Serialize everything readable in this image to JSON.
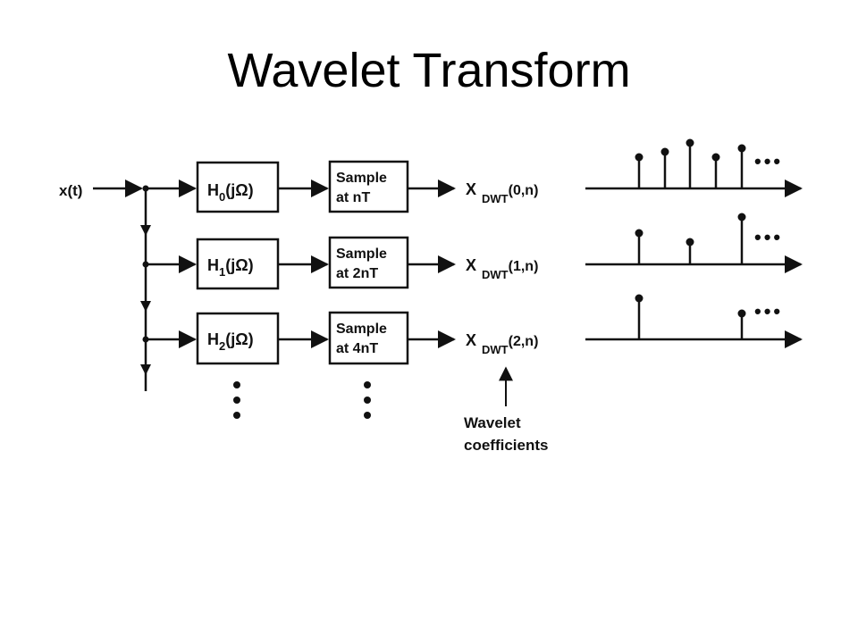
{
  "title": "Wavelet Transform",
  "input_label": "x(t)",
  "filters": [
    {
      "name": "H",
      "sub": "0",
      "arg": "(jΩ)",
      "sample_line1": "Sample",
      "sample_line2": "at nT",
      "out_main": "X",
      "out_sub": "DWT",
      "out_args": "(0,n)"
    },
    {
      "name": "H",
      "sub": "1",
      "arg": "(jΩ)",
      "sample_line1": "Sample",
      "sample_line2": "at 2nT",
      "out_main": "X",
      "out_sub": "DWT",
      "out_args": "(1,n)"
    },
    {
      "name": "H",
      "sub": "2",
      "arg": "(jΩ)",
      "sample_line1": "Sample",
      "sample_line2": "at 4nT",
      "out_main": "X",
      "out_sub": "DWT",
      "out_args": "(2,n)"
    }
  ],
  "coefficients_label_line1": "Wavelet",
  "coefficients_label_line2": "coefficients",
  "ellipsis": "•••"
}
